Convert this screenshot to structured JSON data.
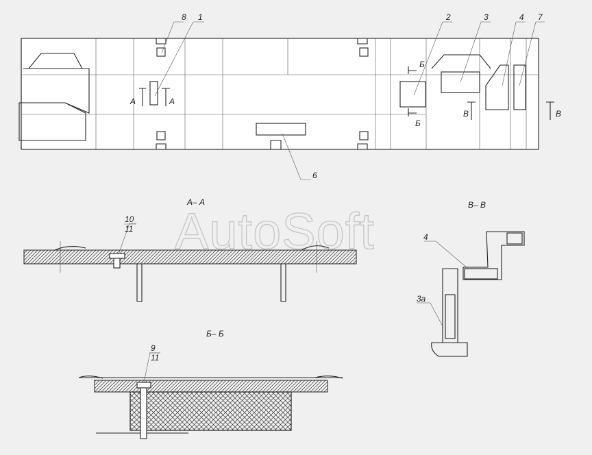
{
  "watermark": "AutoSoft",
  "callouts": {
    "c1": "1",
    "c2": "2",
    "c3": "3",
    "c4": "4",
    "c6": "6",
    "c7": "7",
    "c8": "8",
    "c9": "9",
    "c10": "10",
    "c11a": "11",
    "c11b": "11",
    "c3a": "3a",
    "c4b": "4"
  },
  "section_marks": {
    "a": "А",
    "b": "Б",
    "v": "В"
  },
  "section_titles": {
    "aa": "А– А",
    "bb": "Б– Б",
    "vv": "В– В"
  }
}
